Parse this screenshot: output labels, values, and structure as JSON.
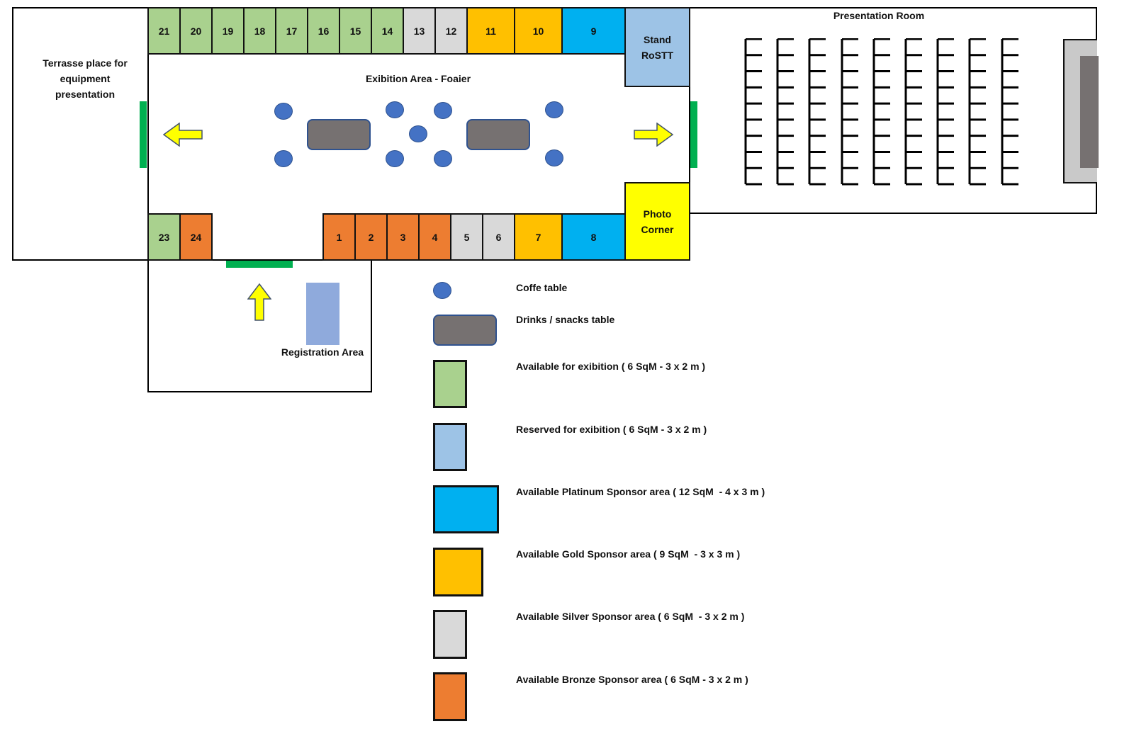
{
  "colors": {
    "available_exhibition": "#a9d18e",
    "reserved_exhibition": "#9dc3e6",
    "platinum": "#00b0f0",
    "gold": "#ffc000",
    "silver": "#d9d9d9",
    "bronze": "#ed7d31",
    "photo_corner": "#ffff00",
    "coffee_table": "#4472c4",
    "snack_table": "#767171",
    "door": "#00b050",
    "arrow": "#ffff00",
    "registration_desk": "#8faadc"
  },
  "areas": {
    "terrace": "Terrasse place for\nequipment\npresentation",
    "foyer": "Exibition Area - Foaier",
    "presentation_room": "Presentation Room",
    "stand_rostt": "Stand\nRoSTT",
    "photo_corner": "Photo\nCorner",
    "registration": "Registration Area"
  },
  "top_booths": [
    {
      "number": "21",
      "category": "available_exhibition"
    },
    {
      "number": "20",
      "category": "available_exhibition"
    },
    {
      "number": "19",
      "category": "available_exhibition"
    },
    {
      "number": "18",
      "category": "available_exhibition"
    },
    {
      "number": "17",
      "category": "available_exhibition"
    },
    {
      "number": "16",
      "category": "available_exhibition"
    },
    {
      "number": "15",
      "category": "available_exhibition"
    },
    {
      "number": "14",
      "category": "available_exhibition"
    },
    {
      "number": "13",
      "category": "silver"
    },
    {
      "number": "12",
      "category": "silver"
    },
    {
      "number": "11",
      "category": "gold"
    },
    {
      "number": "10",
      "category": "gold"
    },
    {
      "number": "9",
      "category": "platinum"
    }
  ],
  "bottom_booths_left": [
    {
      "number": "23",
      "category": "available_exhibition"
    },
    {
      "number": "24",
      "category": "bronze"
    }
  ],
  "bottom_booths_right": [
    {
      "number": "1",
      "category": "bronze"
    },
    {
      "number": "2",
      "category": "bronze"
    },
    {
      "number": "3",
      "category": "bronze"
    },
    {
      "number": "4",
      "category": "bronze"
    },
    {
      "number": "5",
      "category": "silver"
    },
    {
      "number": "6",
      "category": "silver"
    },
    {
      "number": "7",
      "category": "gold"
    },
    {
      "number": "8",
      "category": "platinum"
    }
  ],
  "presentation_room": {
    "chair_rows": 9,
    "seats_per_row": 9
  },
  "legend": [
    {
      "symbol": "coffee-table",
      "label": "Coffe table"
    },
    {
      "symbol": "snack-table",
      "label": "Drinks / snacks table"
    },
    {
      "symbol": "available_exhibition",
      "label": "Available for exibition ( 6 SqM - 3 x 2 m )"
    },
    {
      "symbol": "reserved_exhibition",
      "label": "Reserved for exibition ( 6 SqM - 3 x 2 m )"
    },
    {
      "symbol": "platinum",
      "label": "Available Platinum Sponsor area ( 12 SqM  - 4 x 3 m )"
    },
    {
      "symbol": "gold",
      "label": "Available Gold Sponsor area ( 9 SqM  - 3 x 3 m )"
    },
    {
      "symbol": "silver",
      "label": "Available Silver Sponsor area ( 6 SqM  - 3 x 2 m )"
    },
    {
      "symbol": "bronze",
      "label": "Available Bronze Sponsor area ( 6 SqM - 3 x 2 m )"
    }
  ]
}
